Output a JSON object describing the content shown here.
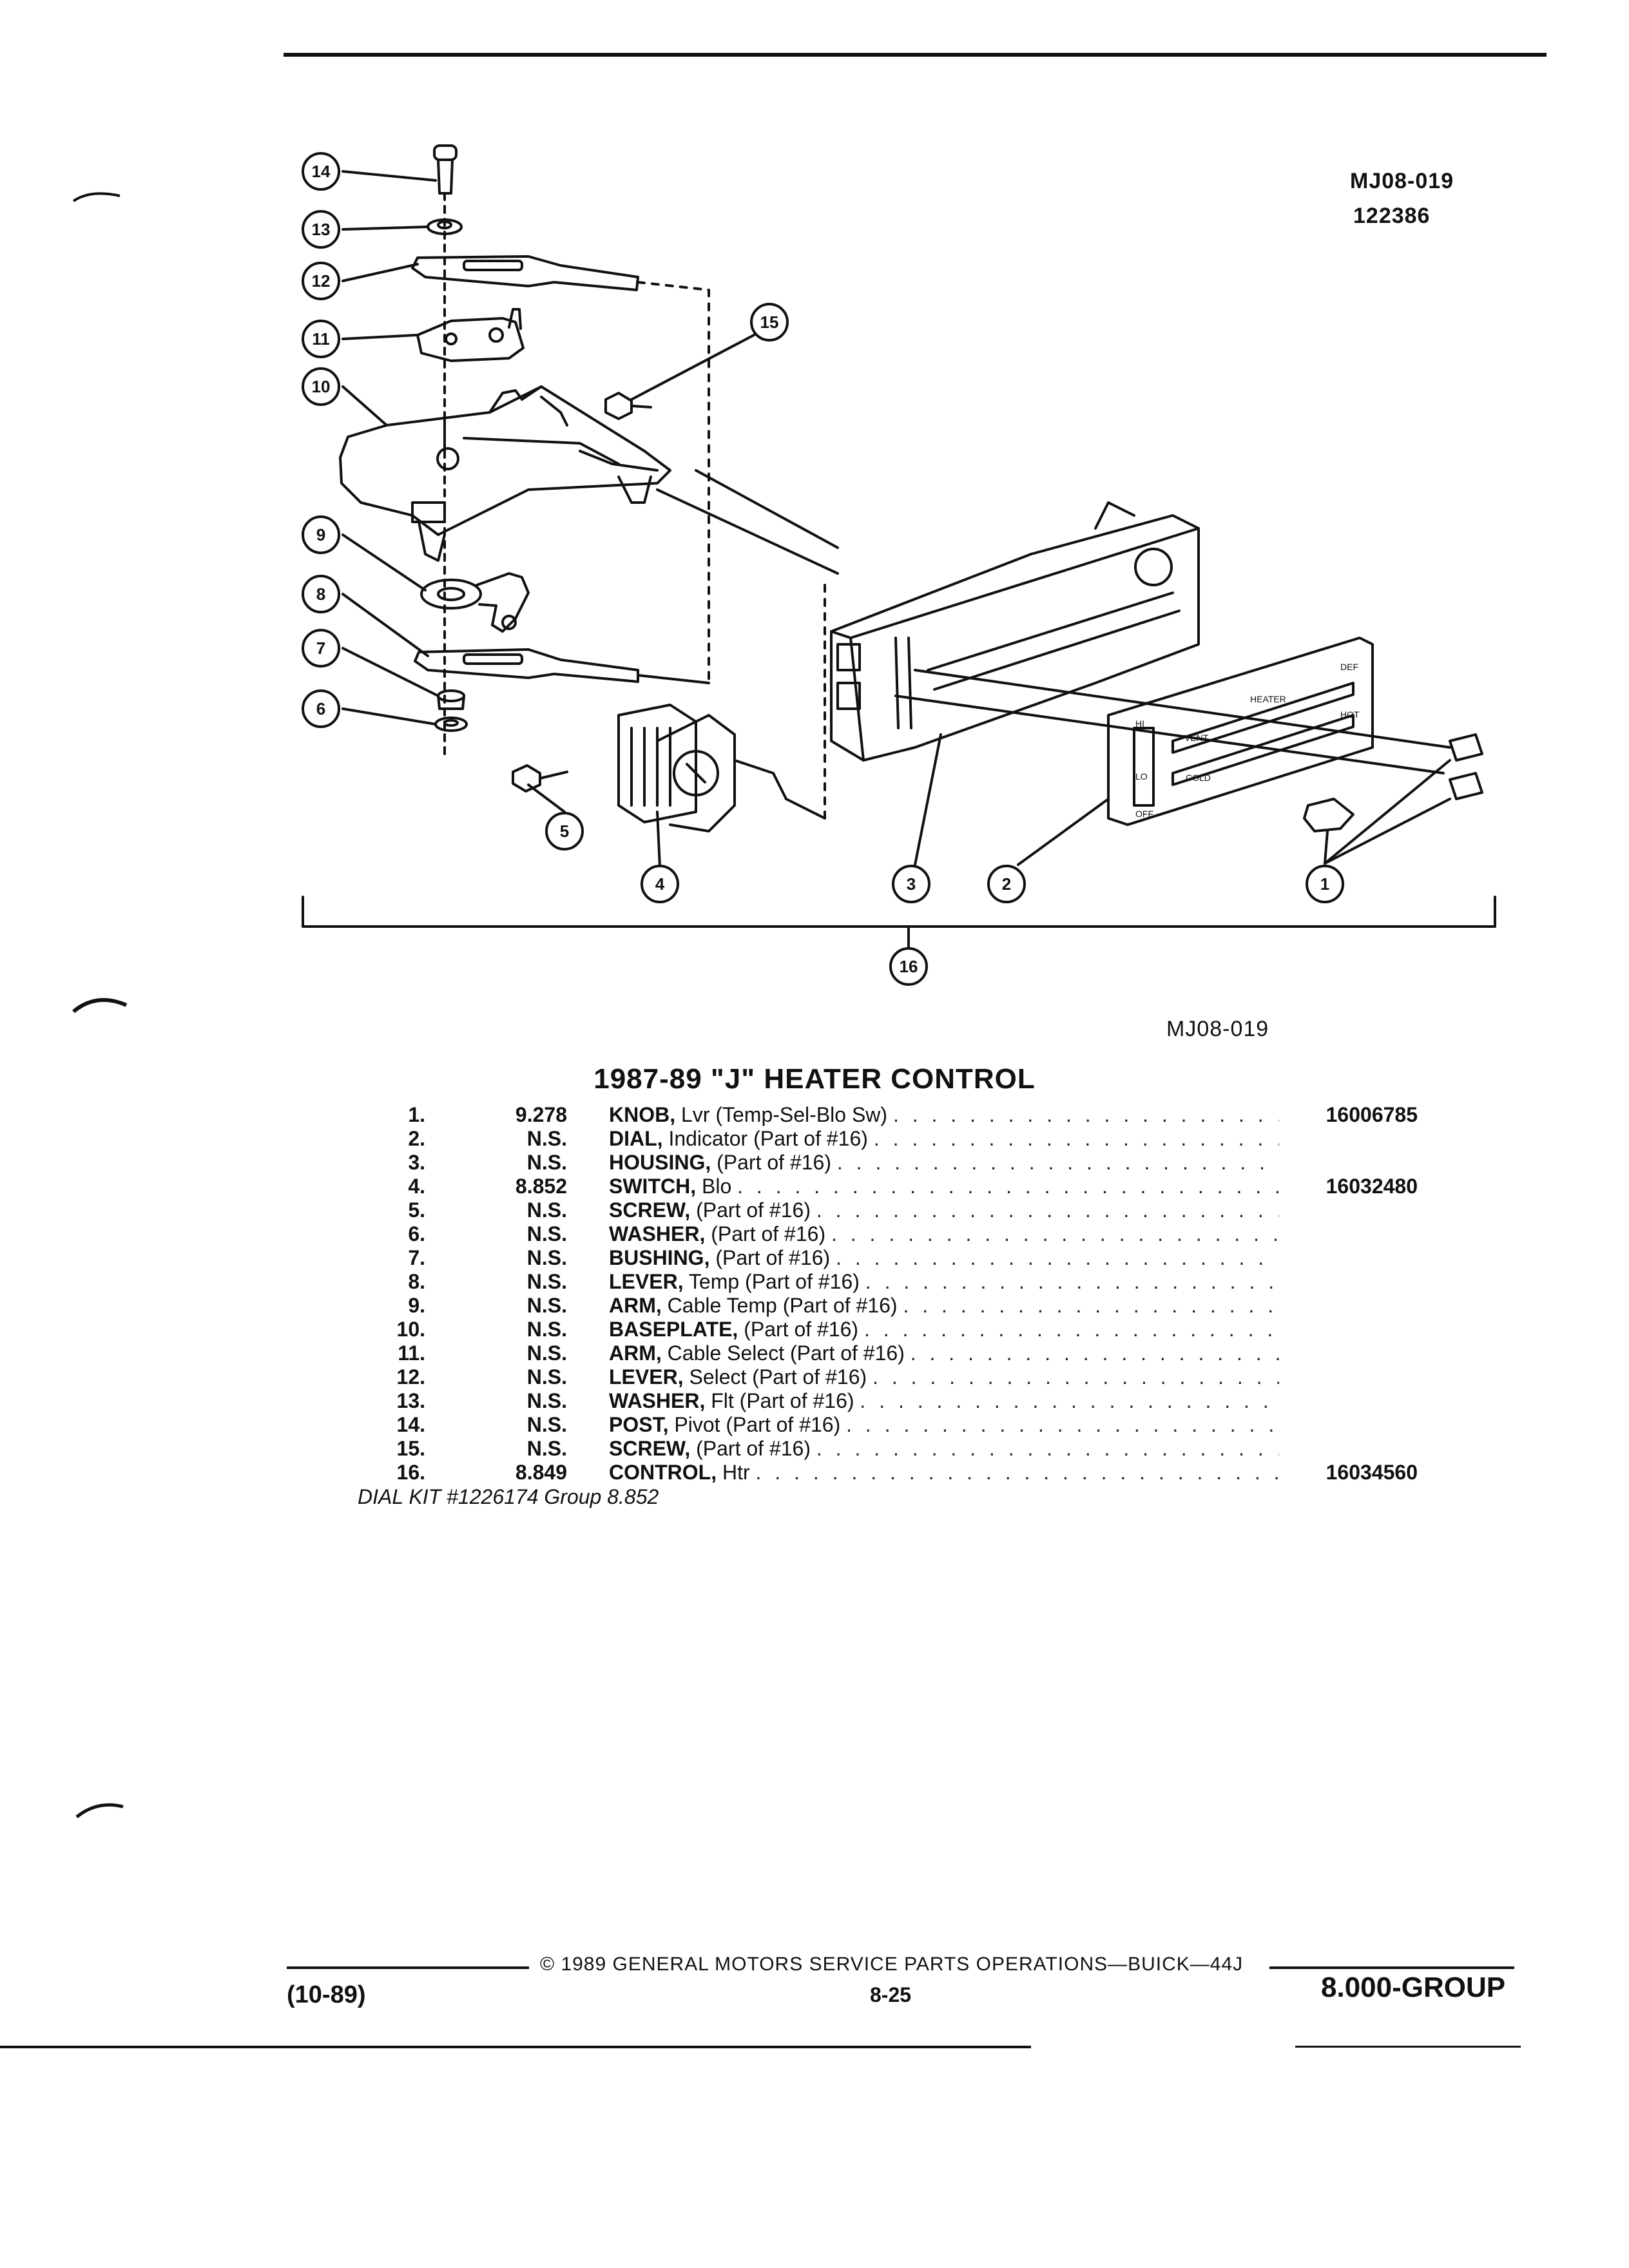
{
  "header": {
    "ref_code": "MJ08-019",
    "ref_number": "122386"
  },
  "diagram": {
    "callouts": [
      "14",
      "13",
      "12",
      "11",
      "10",
      "9",
      "8",
      "7",
      "6",
      "5",
      "4",
      "3",
      "2",
      "1",
      "15",
      "16"
    ],
    "panel_labels": [
      "VENT",
      "HEATER",
      "DEF",
      "COLD",
      "HOT",
      "HI",
      "OFF",
      "LO"
    ]
  },
  "caption": "MJ08-019",
  "title": "1987-89 \"J\" HEATER CONTROL",
  "parts": [
    {
      "no": "1.",
      "group": "9.278",
      "name": "KNOB,",
      "desc": "Lvr (Temp-Sel-Blo Sw)",
      "part": "16006785"
    },
    {
      "no": "2.",
      "group": "N.S.",
      "name": "DIAL,",
      "desc": "Indicator (Part of #16)",
      "part": ""
    },
    {
      "no": "3.",
      "group": "N.S.",
      "name": "HOUSING,",
      "desc": "(Part of #16)",
      "part": ""
    },
    {
      "no": "4.",
      "group": "8.852",
      "name": "SWITCH,",
      "desc": "Blo",
      "part": "16032480"
    },
    {
      "no": "5.",
      "group": "N.S.",
      "name": "SCREW,",
      "desc": "(Part of #16)",
      "part": ""
    },
    {
      "no": "6.",
      "group": "N.S.",
      "name": "WASHER,",
      "desc": "(Part of #16)",
      "part": ""
    },
    {
      "no": "7.",
      "group": "N.S.",
      "name": "BUSHING,",
      "desc": "(Part of #16)",
      "part": ""
    },
    {
      "no": "8.",
      "group": "N.S.",
      "name": "LEVER,",
      "desc": "Temp (Part of #16)",
      "part": ""
    },
    {
      "no": "9.",
      "group": "N.S.",
      "name": "ARM,",
      "desc": "Cable Temp (Part of #16)",
      "part": ""
    },
    {
      "no": "10.",
      "group": "N.S.",
      "name": "BASEPLATE,",
      "desc": "(Part of #16)",
      "part": ""
    },
    {
      "no": "11.",
      "group": "N.S.",
      "name": "ARM,",
      "desc": "Cable Select (Part of #16)",
      "part": ""
    },
    {
      "no": "12.",
      "group": "N.S.",
      "name": "LEVER,",
      "desc": "Select (Part of #16)",
      "part": ""
    },
    {
      "no": "13.",
      "group": "N.S.",
      "name": "WASHER,",
      "desc": "Flt (Part of #16)",
      "part": ""
    },
    {
      "no": "14.",
      "group": "N.S.",
      "name": "POST,",
      "desc": "Pivot (Part of #16)",
      "part": ""
    },
    {
      "no": "15.",
      "group": "N.S.",
      "name": "SCREW,",
      "desc": "(Part of #16)",
      "part": ""
    },
    {
      "no": "16.",
      "group": "8.849",
      "name": "CONTROL,",
      "desc": "Htr",
      "part": "16034560"
    }
  ],
  "kit_note": "DIAL KIT #1226174 Group 8.852",
  "footer": {
    "copyright": "© 1989 GENERAL MOTORS SERVICE PARTS OPERATIONS—BUICK—44J",
    "date_code": "(10-89)",
    "page": "8-25",
    "group": "8.000-GROUP"
  }
}
